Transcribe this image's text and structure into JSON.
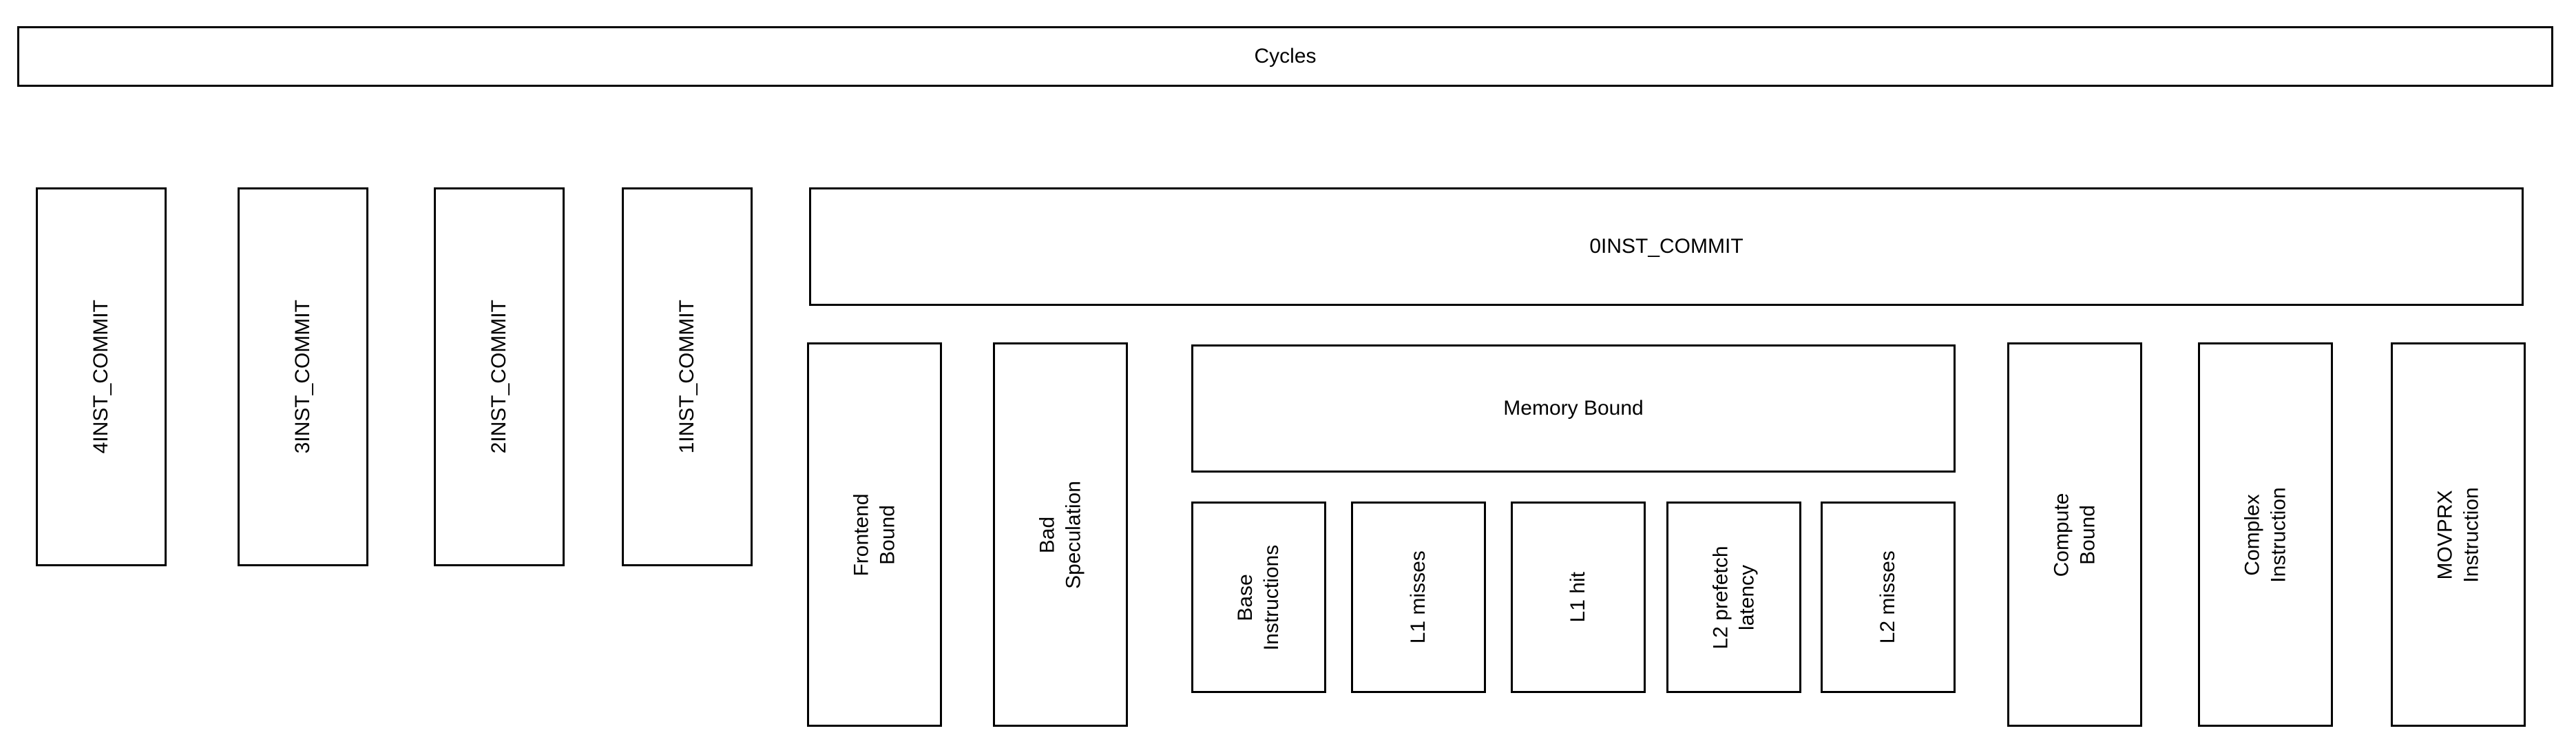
{
  "diagram": {
    "title": "Cycles",
    "type": "top-down-performance-breakdown-tree",
    "root": {
      "label": "Cycles"
    },
    "commit_boxes": [
      {
        "label": "4INST_COMMIT"
      },
      {
        "label": "3INST_COMMIT"
      },
      {
        "label": "2INST_COMMIT"
      },
      {
        "label": "1INST_COMMIT"
      },
      {
        "label": "0INST_COMMIT"
      }
    ],
    "level2": [
      {
        "label": "Frontend Bound"
      },
      {
        "label": "Bad Speculation"
      },
      {
        "label": "Memory Bound"
      },
      {
        "label": "Compute Bound"
      },
      {
        "label": "Complex Instruction"
      },
      {
        "label": "MOVPRX Instruction"
      }
    ],
    "memory_bound_children": [
      {
        "label": "Base\nInstructions"
      },
      {
        "label": "L1 misses"
      },
      {
        "label": "L1 hit"
      },
      {
        "label": "L2 prefetch\nlatency"
      },
      {
        "label": "L2 misses"
      }
    ],
    "colors": {
      "border": "#000000",
      "background": "#ffffff",
      "text": "#000000"
    }
  }
}
